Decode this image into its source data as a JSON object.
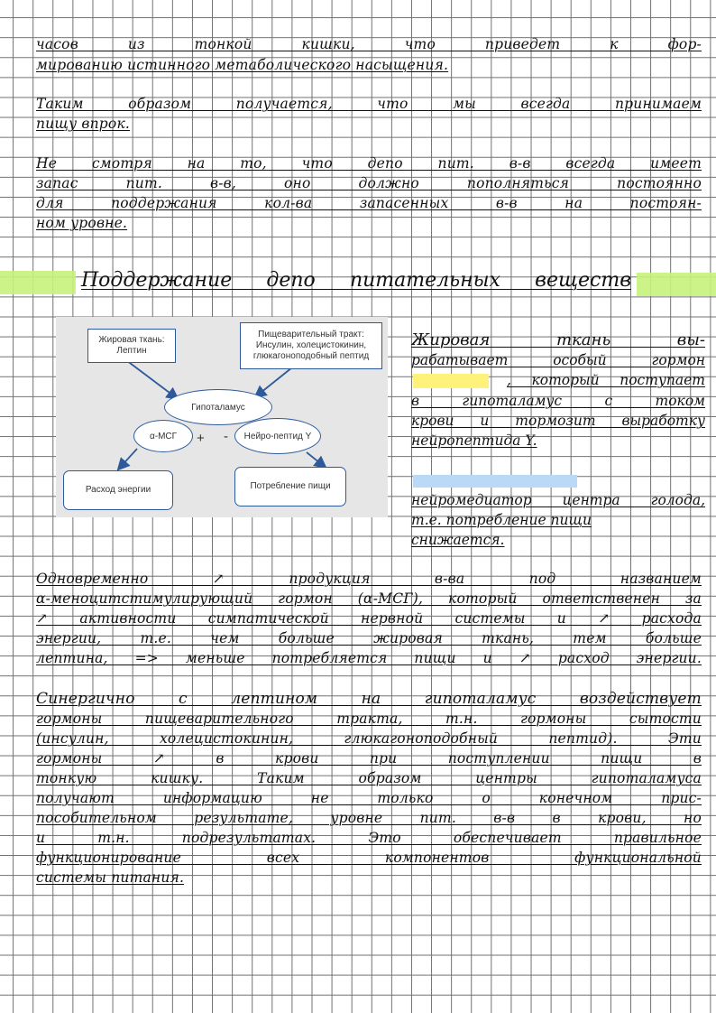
{
  "paragraph_1": {
    "lines": [
      "часов из тонкой кишки, что приведет к фор-",
      "мированию истинного метаболического насыщения."
    ]
  },
  "paragraph_2": {
    "lines": [
      "Таким образом получается, что мы всегда принимаем",
      "пищу впрок."
    ]
  },
  "paragraph_3": {
    "lines": [
      "Не смотря на то, что депо пит. в-в всегда имеет",
      "запас пит. в-в, оно должно пополняться постоянно",
      "для поддержания кол-ва запасенных в-в на постоян-",
      "ном уровне."
    ]
  },
  "section_heading": "Поддержание депо питательных веществ",
  "diagram": {
    "fat_tissue": "Жировая ткань: Лептин",
    "digestive_tract": "Пищеварительный тракт: Инсулин, холецистокинин, глюкагоноподобный пептид",
    "hypothalamus": "Гипоталамус",
    "msg": "α-МСГ",
    "plus": "+",
    "minus": "-",
    "neuropeptide": "Нейро-пептид Y",
    "energy_expenditure": "Расход энергии",
    "food_intake": "Потребление пищи"
  },
  "side_text_1": {
    "lines": [
      "Жировая ткань вы-",
      "рабатывает особый гормон",
      ", который поступает",
      "в гипоталамус с током",
      "крови и тормозит выработку",
      "нейропептида Y."
    ]
  },
  "side_text_2": {
    "lines": [
      "нейромедиатор центра голода,",
      "т.е. потребление пищи",
      "снижается."
    ]
  },
  "paragraph_4": {
    "lines": [
      "Одновременно ↗ продукция в-ва под названием",
      "α-меноцитстимулирующий гормон (α-МСГ), который ответственен за",
      "↗ активности симпатической нервной системы и ↗ расхода",
      "энергии, т.е. чем больше жировая ткань, тем больше",
      "лептина, => меньше потребляется пищи и ↗ расход энергии."
    ]
  },
  "paragraph_5": {
    "lines": [
      "Синергично с лептином на гипоталамус воздействует",
      "гормоны пищеварительного тракта, т.н. гормоны сытости",
      "(инсулин, холецистокинин, глюкагоноподобный пептид). Эти",
      "гормоны ↗ в крови при поступлении пищи в",
      "тонкую кишку. Таким образом центры гипоталамуса",
      "получают информацию не только о конечном прис-",
      "пособительном результате, уровне пит. в-в в крови, но",
      "и т.н. подрезультатах. Это обеспечивает правильное",
      "функционирование всех компонентов функциональной",
      "системы питания."
    ]
  }
}
